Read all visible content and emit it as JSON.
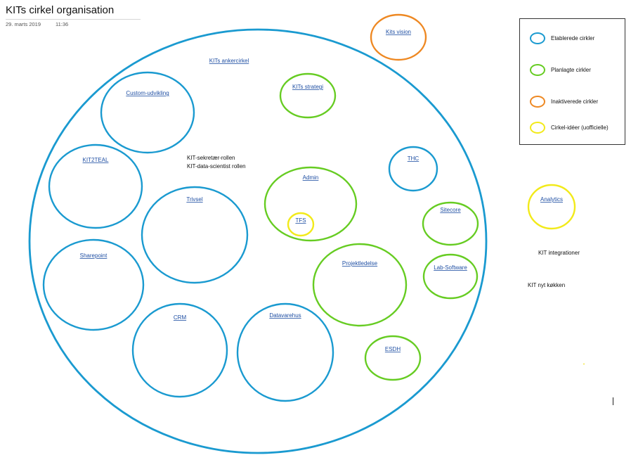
{
  "page": {
    "title": "KITs cirkel organisation",
    "date": "29. marts 2019",
    "time": "11:36"
  },
  "colors": {
    "established": "#1a9ad0",
    "planned": "#66cc22",
    "inactive": "#ee8822",
    "idea": "#f2ea1a",
    "link": "#1f4fa3"
  },
  "legend": {
    "items": [
      {
        "label": "Etablerede cirkler",
        "status": "established"
      },
      {
        "label": "Planlagte cirkler",
        "status": "planned"
      },
      {
        "label": "Inaktiverede cirkler",
        "status": "inactive"
      },
      {
        "label": "Cirkel-idéer (uofficielle)",
        "status": "idea"
      }
    ]
  },
  "anchor_circle": {
    "label": "KITs ankercirkel",
    "status": "established"
  },
  "circles": [
    {
      "label": "Custom-udvikling",
      "status": "established"
    },
    {
      "label": "KIT2TEAL",
      "status": "established"
    },
    {
      "label": "Trivsel",
      "status": "established"
    },
    {
      "label": "Sharepoint",
      "status": "established"
    },
    {
      "label": "CRM",
      "status": "established"
    },
    {
      "label": "Datavarehus",
      "status": "established"
    },
    {
      "label": "THC",
      "status": "established"
    },
    {
      "label": "KITs strategi",
      "status": "planned"
    },
    {
      "label": "Admin",
      "status": "planned"
    },
    {
      "label": "TFS",
      "status": "idea"
    },
    {
      "label": "Sitecore",
      "status": "planned"
    },
    {
      "label": "Projektledelse",
      "status": "planned"
    },
    {
      "label": "Lab-Software",
      "status": "planned"
    },
    {
      "label": "ESDH",
      "status": "planned"
    },
    {
      "label": "Kits vision",
      "status": "inactive"
    },
    {
      "label": "Analytics",
      "status": "idea"
    }
  ],
  "roles": [
    "KIT-sekretær-rollen",
    "KIT-data-scientist rollen"
  ],
  "outside_notes": [
    "KIT integrationer",
    "KIT nyt køkken"
  ]
}
